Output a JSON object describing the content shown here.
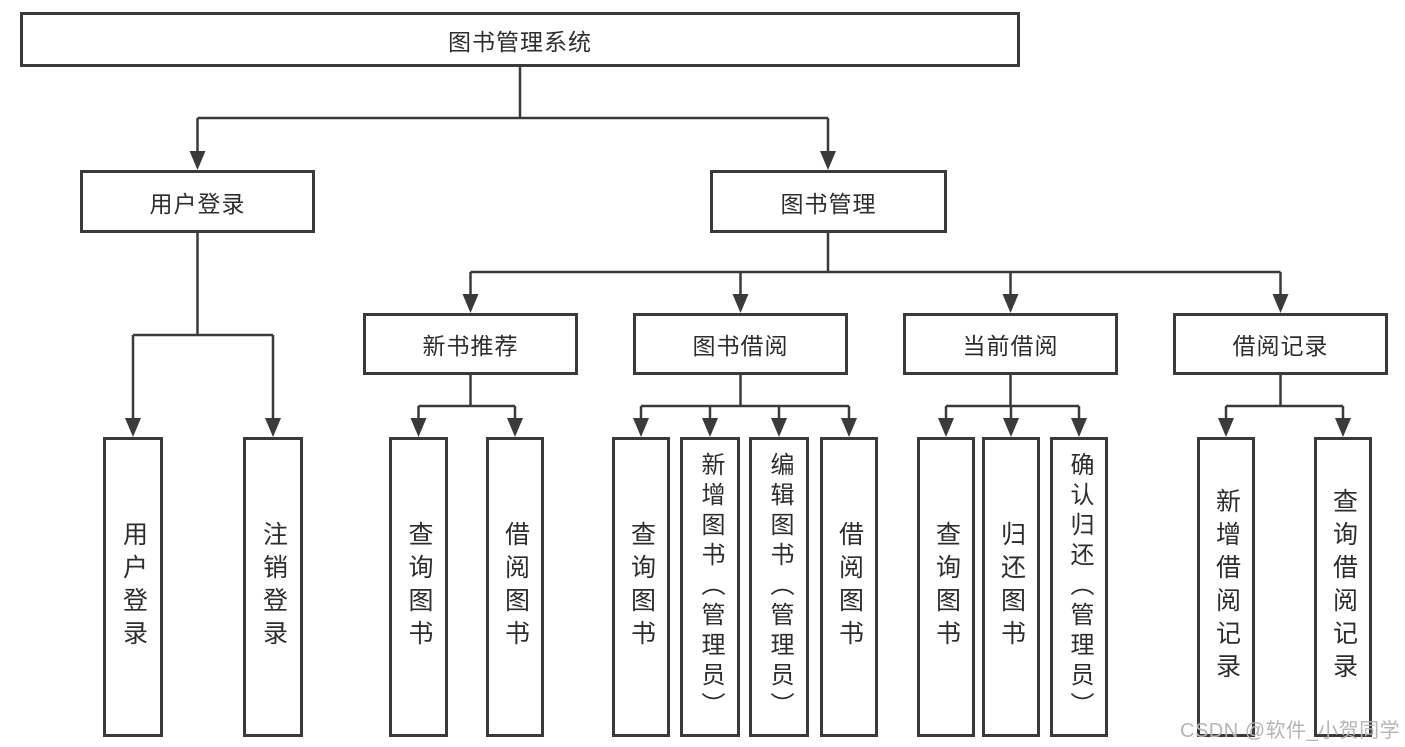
{
  "diagram": {
    "tree": {
      "label": "图书管理系统",
      "children": [
        {
          "label": "用户登录",
          "children": [
            {
              "label": "用户登录"
            },
            {
              "label": "注销登录"
            }
          ]
        },
        {
          "label": "图书管理",
          "children": [
            {
              "label": "新书推荐",
              "children": [
                {
                  "label": "查询图书"
                },
                {
                  "label": "借阅图书"
                }
              ]
            },
            {
              "label": "图书借阅",
              "children": [
                {
                  "label": "查询图书"
                },
                {
                  "label": "新增图书（管理员）"
                },
                {
                  "label": "编辑图书（管理员）"
                },
                {
                  "label": "借阅图书"
                }
              ]
            },
            {
              "label": "当前借阅",
              "children": [
                {
                  "label": "查询图书"
                },
                {
                  "label": "归还图书"
                },
                {
                  "label": "确认归还（管理员）"
                }
              ]
            },
            {
              "label": "借阅记录",
              "children": [
                {
                  "label": "新增借阅记录"
                },
                {
                  "label": "查询借阅记录"
                }
              ]
            }
          ]
        }
      ]
    },
    "colors": {
      "line": "#3a3a3a",
      "border": "#3a3a3a",
      "text": "#2d2d2d",
      "background": "#ffffff",
      "watermark_color": "#b5b5b5"
    }
  },
  "watermark": {
    "text": "CSDN @软件_小贺同学"
  }
}
